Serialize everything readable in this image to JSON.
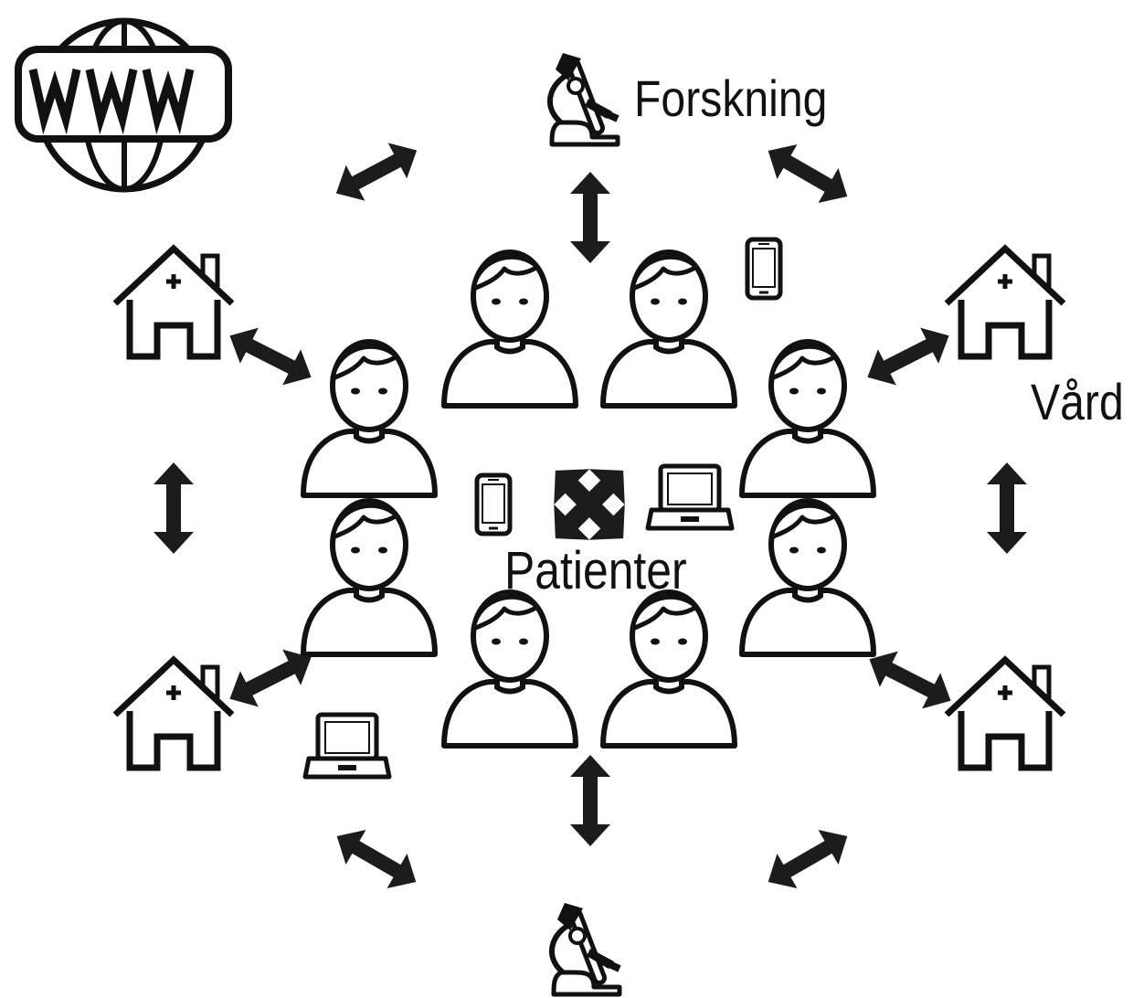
{
  "labels": {
    "research": "Forskning",
    "care": "Vård",
    "patients": "Patienter"
  },
  "icons": {
    "web": "www-globe-icon",
    "research": "microscope-icon",
    "care": "clinic-house-icon",
    "patient": "person-icon",
    "phone": "smartphone-icon",
    "laptop": "laptop-icon",
    "connection": "double-arrow-icon",
    "exchange": "four-way-arrow-icon"
  },
  "colors": {
    "stroke": "#111111",
    "arrow": "#1c1c1c",
    "background": "#ffffff"
  }
}
